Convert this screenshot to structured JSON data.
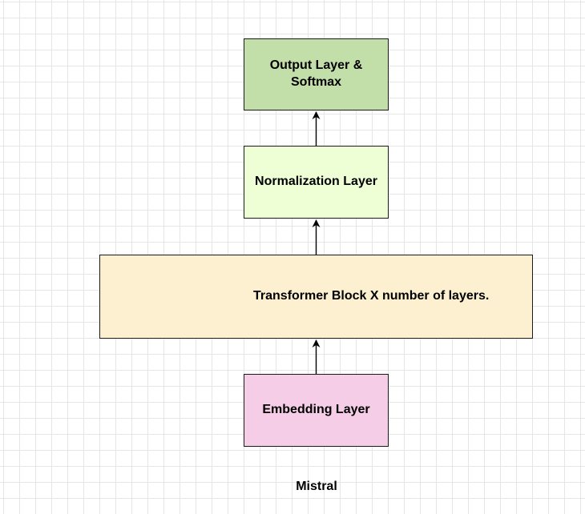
{
  "diagram": {
    "title": "Mistral",
    "boxes": {
      "output": {
        "label": "Output Layer & Softmax",
        "color": "#c3dfa9"
      },
      "normalization": {
        "label": "Normalization Layer",
        "color": "#eeffd5"
      },
      "transformer": {
        "label": "Transformer Block X number of layers.",
        "color": "#fcf0d0"
      },
      "embedding": {
        "label": "Embedding Layer",
        "color": "#f5cde6"
      }
    },
    "edges": [
      {
        "from": "embedding",
        "to": "transformer"
      },
      {
        "from": "transformer",
        "to": "normalization"
      },
      {
        "from": "normalization",
        "to": "output"
      }
    ]
  }
}
